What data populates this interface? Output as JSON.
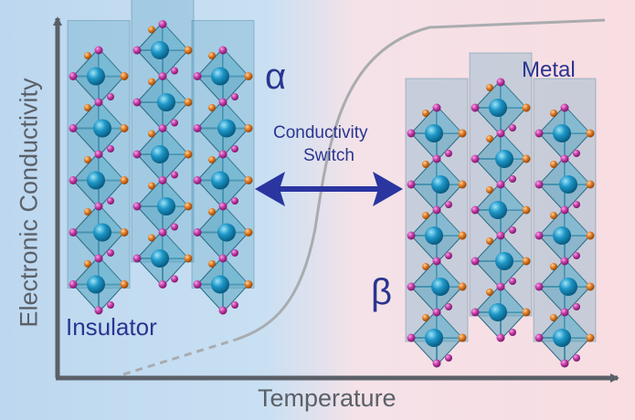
{
  "axes": {
    "x_label": "Temperature",
    "y_label": "Electronic Conductivity"
  },
  "regions": {
    "left_label": "Insulator",
    "right_label": "Metal"
  },
  "phases": {
    "alpha": "α",
    "beta": "β"
  },
  "switch": {
    "line1": "Conductivity",
    "line2": "Switch"
  },
  "colors": {
    "insulator_bg": "#c3dcf1",
    "metal_bg": "#f7dfe3",
    "octahedron": "#4e9fbd",
    "metal_atom": "#1b8fc0",
    "oxygen_magenta": "#c23aa6",
    "oxygen_orange": "#d9721f",
    "arrow": "#2a35a0",
    "text": "#2a3590",
    "axis": "#5b6068",
    "curve": "#a9acaf"
  }
}
